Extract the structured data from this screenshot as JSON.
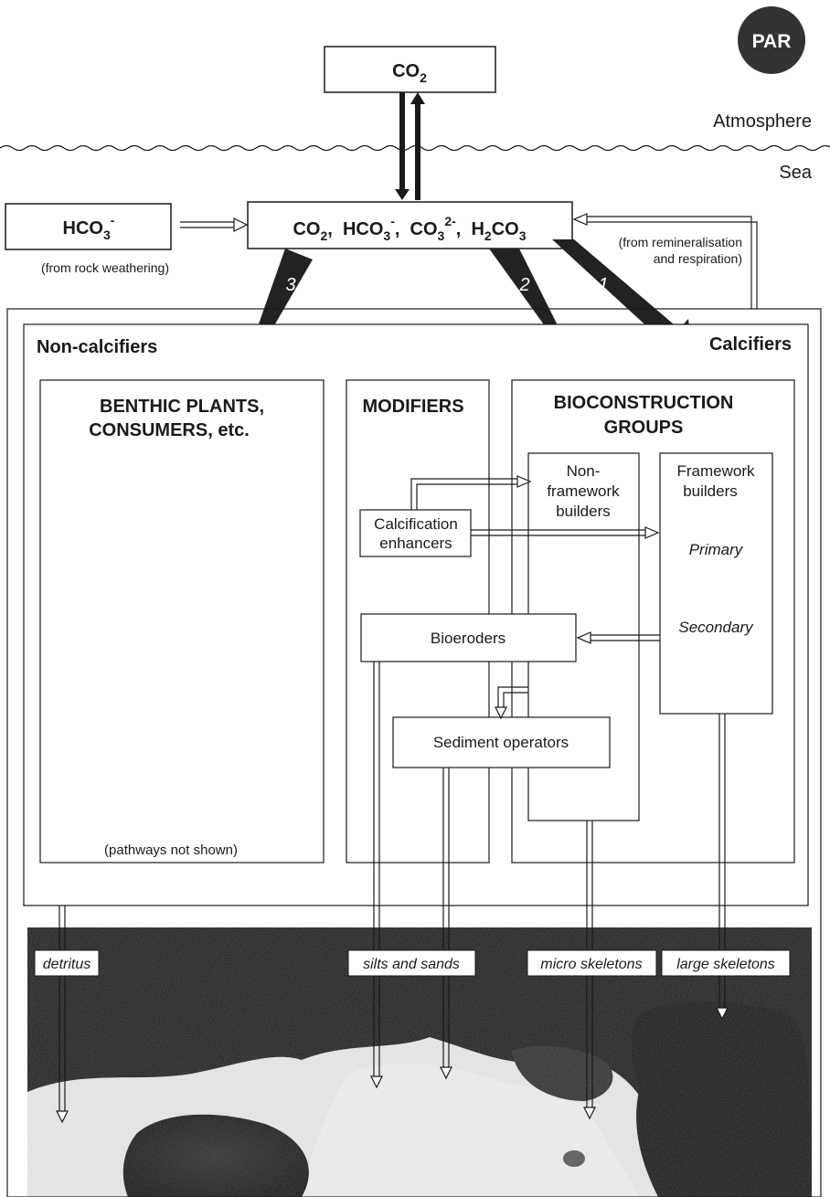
{
  "badge": {
    "par": "PAR"
  },
  "layers": {
    "atmosphere": "Atmosphere",
    "sea": "Sea"
  },
  "top_box": {
    "co2_main": "CO",
    "co2_sub": "2"
  },
  "hco3_box": {
    "main": "HCO",
    "sub": "3",
    "sup": "-",
    "note": "(from rock weathering)"
  },
  "pool_box": {
    "p1": "CO",
    "p1_sub": "2",
    "sep1": ",  ",
    "p2": "HCO",
    "p2_sub": "3",
    "p2_sup": "-",
    "sep2": ",  ",
    "p3": "CO",
    "p3_sub": "3",
    "p3_sup": "2-",
    "sep3": ",  ",
    "p4": "H",
    "p4_sub1": "2",
    "p4_mid": "CO",
    "p4_sub2": "3"
  },
  "remin_note": {
    "line1": "(from remineralisation",
    "line2": "and respiration)"
  },
  "pathways": {
    "p1": "1",
    "p2": "2",
    "p3": "3"
  },
  "groups": {
    "non_calcifiers": "Non-calcifiers",
    "calcifiers": "Calcifiers"
  },
  "benthic": {
    "line1": "BENTHIC PLANTS,",
    "line2": "CONSUMERS, etc.",
    "note": "(pathways not shown)"
  },
  "modifiers": {
    "title": "MODIFIERS"
  },
  "bioconstruction": {
    "line1": "BIOCONSTRUCTION",
    "line2": "GROUPS"
  },
  "nonframework": {
    "line1": "Non-",
    "line2": "framework",
    "line3": "builders"
  },
  "framework": {
    "line1": "Framework",
    "line2": "builders",
    "primary": "Primary",
    "secondary": "Secondary"
  },
  "enhancers": {
    "line1": "Calcification",
    "line2": "enhancers"
  },
  "bioeroders": {
    "label": "Bioeroders"
  },
  "sediment": {
    "label": "Sediment operators"
  },
  "outputs": {
    "detritus": "detritus",
    "silts": "silts and sands",
    "micro": "micro skeletons",
    "large": "large skeletons"
  },
  "colors": {
    "ink": "#1a1a1a",
    "paper": "#ffffff",
    "badge": "#333333",
    "arrow_dark": "#222222"
  }
}
